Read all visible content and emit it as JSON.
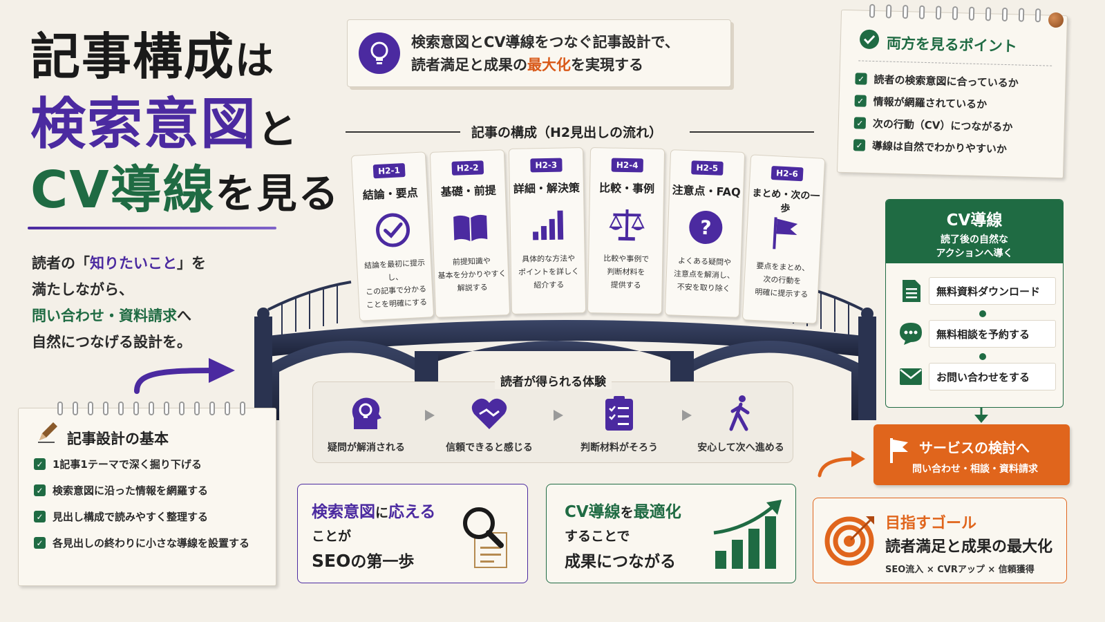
{
  "title": {
    "line1_main": "記事構成",
    "line1_suffix": "は",
    "line2_main": "検索意図",
    "line2_suffix": "と",
    "line3_main": "CV導線",
    "line3_suffix": "を見る"
  },
  "lead": {
    "p1": "読者の「",
    "p1_em": "知りたいこと",
    "p1_end": "」を",
    "p2": "満たしながら、",
    "p3_em": "問い合わせ・資料請求",
    "p3_end": "へ",
    "p4": "自然につなげる設計を。"
  },
  "banner": {
    "line1": "検索意図とCV導線をつなぐ記事設計で、",
    "line2_pre": "読者満足と成果の",
    "line2_em": "最大化",
    "line2_post": "を実現する"
  },
  "structure": {
    "heading": "記事の構成（H2見出しの流れ）",
    "cards": [
      {
        "badge": "H2-1",
        "title": "結論・要点",
        "icon": "check-circle-icon",
        "desc": [
          "結論を最初に提示し、",
          "この記事で分かる",
          "ことを明確にする"
        ]
      },
      {
        "badge": "H2-2",
        "title": "基礎・前提",
        "icon": "open-book-icon",
        "desc": [
          "前提知識や",
          "基本を分かりやすく",
          "解説する"
        ]
      },
      {
        "badge": "H2-3",
        "title": "詳細・解決策",
        "icon": "bar-chart-icon",
        "desc": [
          "具体的な方法や",
          "ポイントを詳しく",
          "紹介する"
        ]
      },
      {
        "badge": "H2-4",
        "title": "比較・事例",
        "icon": "scale-icon",
        "desc": [
          "比較や事例で",
          "判断材料を",
          "提供する"
        ]
      },
      {
        "badge": "H2-5",
        "title": "注意点・FAQ",
        "icon": "question-icon",
        "desc": [
          "よくある疑問や",
          "注意点を解消し、",
          "不安を取り除く"
        ]
      },
      {
        "badge": "H2-6",
        "title": "まとめ・次の一歩",
        "icon": "flag-icon",
        "desc": [
          "要点をまとめ、",
          "次の行動を",
          "明確に提示する"
        ]
      }
    ]
  },
  "experience": {
    "heading": "読者が得られる体験",
    "items": [
      {
        "label": "疑問が解消される",
        "icon": "head-bulb-icon"
      },
      {
        "label": "信頼できると感じる",
        "icon": "handshake-heart-icon"
      },
      {
        "label": "判断材料がそろう",
        "icon": "clipboard-check-icon"
      },
      {
        "label": "安心して次へ進める",
        "icon": "walking-person-icon"
      }
    ]
  },
  "basics": {
    "title": "記事設計の基本",
    "items": [
      "1記事1テーマで深く掘り下げる",
      "検索意図に沿った情報を網羅する",
      "見出し構成で読みやすく整理する",
      "各見出しの終わりに小さな導線を設置する"
    ]
  },
  "points": {
    "title": "両方を見るポイント",
    "items": [
      "読者の検索意図に合っているか",
      "情報が網羅されているか",
      "次の行動（CV）につながるか",
      "導線は自然でわかりやすいか"
    ]
  },
  "cv": {
    "title": "CV導線",
    "sub1": "読了後の自然な",
    "sub2": "アクションへ導く",
    "options": [
      {
        "label": "無料資料ダウンロード",
        "icon": "document-icon"
      },
      {
        "label": "無料相談を予約する",
        "icon": "chat-bubble-icon"
      },
      {
        "label": "お問い合わせをする",
        "icon": "mail-icon"
      }
    ]
  },
  "service": {
    "title": "サービスの検討へ",
    "sub": "問い合わせ・相談・資料請求"
  },
  "bottom": {
    "b1_em1": "検索意図",
    "b1_mid": "に",
    "b1_em2": "応える",
    "b1_line2": "ことが",
    "b1_line3_strong": "SEO",
    "b1_line3_rest": "の第一歩",
    "b2_em1": "CV導線",
    "b2_mid": "を",
    "b2_em2": "最適化",
    "b2_line2": "することで",
    "b2_line3": "成果につながる",
    "b3_title": "目指すゴール",
    "b3_line2": "読者満足と成果の最大化",
    "b3_line3": "SEO流入 × CVRアップ × 信頼獲得"
  },
  "colors": {
    "purple": "#4b2aa0",
    "green": "#1f6b43",
    "orange": "#e0651c",
    "background": "#f4f0e8"
  }
}
